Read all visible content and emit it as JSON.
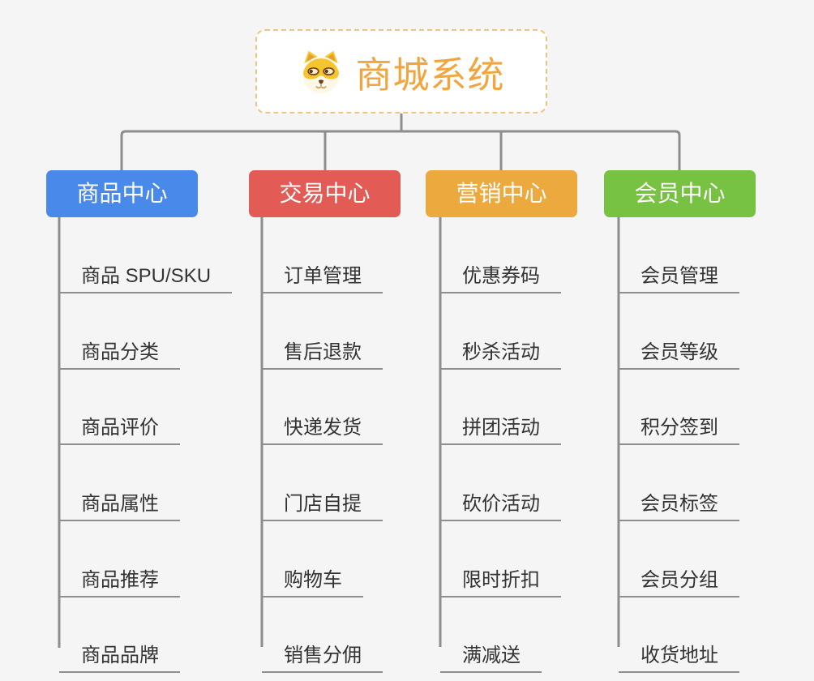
{
  "root": {
    "title": "商城系统",
    "icon": "shiba-dog-icon"
  },
  "colors": {
    "background": "#F5F5F5",
    "root_accent": "#F2A53C",
    "root_border": "#F2C37E",
    "connector_gray": "#8D8D8D",
    "leaf_text": "#333333",
    "product_center": "#4889E9",
    "trade_center": "#E25B55",
    "marketing_center": "#ECA93E",
    "member_center": "#77C243"
  },
  "branches": [
    {
      "id": "product-center",
      "label": "商品中心",
      "color": "#4889E9",
      "items": [
        "商品 SPU/SKU",
        "商品分类",
        "商品评价",
        "商品属性",
        "商品推荐",
        "商品品牌"
      ]
    },
    {
      "id": "trade-center",
      "label": "交易中心",
      "color": "#E25B55",
      "items": [
        "订单管理",
        "售后退款",
        "快递发货",
        "门店自提",
        "购物车",
        "销售分佣"
      ]
    },
    {
      "id": "marketing-center",
      "label": "营销中心",
      "color": "#ECA93E",
      "items": [
        "优惠券码",
        "秒杀活动",
        "拼团活动",
        "砍价活动",
        "限时折扣",
        "满减送"
      ]
    },
    {
      "id": "member-center",
      "label": "会员中心",
      "color": "#77C243",
      "items": [
        "会员管理",
        "会员等级",
        "积分签到",
        "会员标签",
        "会员分组",
        "收货地址"
      ]
    }
  ]
}
